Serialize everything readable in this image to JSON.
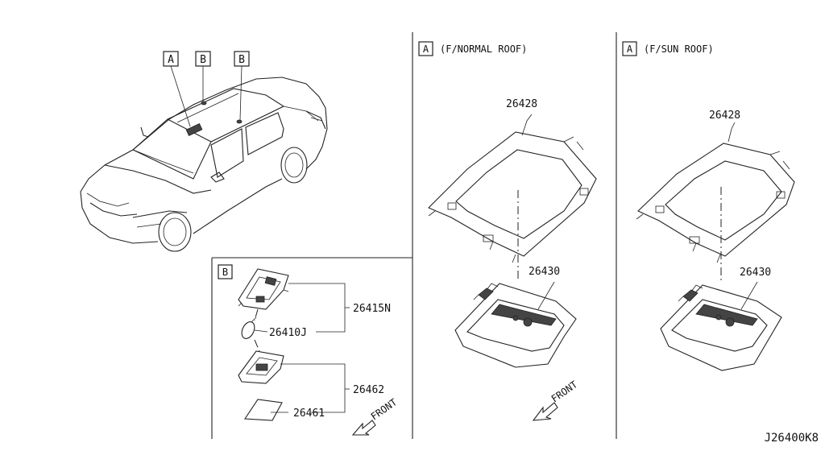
{
  "callouts": {
    "car_a": "A",
    "car_b1": "B",
    "car_b2": "B",
    "detail_b": "B",
    "panel_normal": "A",
    "panel_sun": "A"
  },
  "panels": {
    "normal_roof_title": "(F/NORMAL ROOF)",
    "sun_roof_title": "(F/SUN ROOF)"
  },
  "parts": {
    "normal_frame": "26428",
    "normal_console": "26430",
    "sun_frame": "26428",
    "sun_console": "26430",
    "lamp_assy": "26415N",
    "bulb": "26410J",
    "lamp_housing": "26462",
    "lens": "26461"
  },
  "directions": {
    "front_detail": "FRONT",
    "front_normal": "FRONT"
  },
  "diagram_id": "J26400K8"
}
